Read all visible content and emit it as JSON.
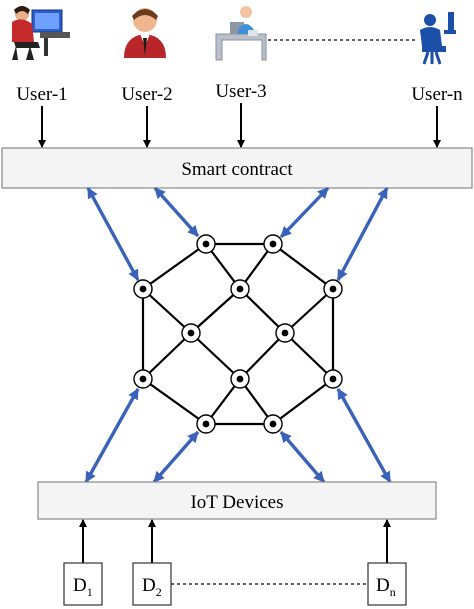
{
  "users": [
    {
      "label": "User-1",
      "icon": "user-at-desk-icon"
    },
    {
      "label": "User-2",
      "icon": "businessman-icon"
    },
    {
      "label": "User-3",
      "icon": "office-worker-icon"
    },
    {
      "label": "User-n",
      "icon": "computer-user-icon"
    }
  ],
  "smart_contract": {
    "label": "Smart contract"
  },
  "iot": {
    "label": "IoT Devices"
  },
  "devices": [
    {
      "main": "D",
      "sub": "1"
    },
    {
      "main": "D",
      "sub": "2"
    },
    {
      "main": "D",
      "sub": "n"
    }
  ],
  "colors": {
    "arrow_blue": "#3a62b8",
    "box_fill": "#f4f4f4",
    "line": "#000000"
  }
}
